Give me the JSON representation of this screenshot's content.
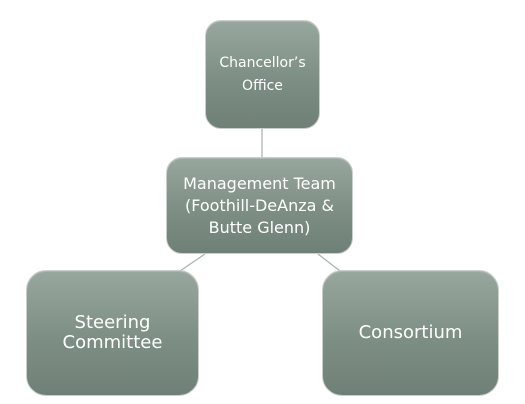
{
  "diagram": {
    "nodes": {
      "chancellor": {
        "label": "Chancellor’s\nOffice"
      },
      "management": {
        "label": "Management Team\n(Foothill-DeAnza &\nButte Glenn)"
      },
      "steering": {
        "label": "Steering\nCommittee"
      },
      "consortium": {
        "label": "Consortium"
      }
    },
    "edges": [
      {
        "from": "chancellor",
        "to": "management"
      },
      {
        "from": "management",
        "to": "steering"
      },
      {
        "from": "management",
        "to": "consortium"
      }
    ]
  },
  "colors": {
    "node_fill_top": "#97a79e",
    "node_fill_bottom": "#6f8077",
    "node_border": "#c9cfcb",
    "connector": "#a8b2ac",
    "text": "#ffffff"
  }
}
